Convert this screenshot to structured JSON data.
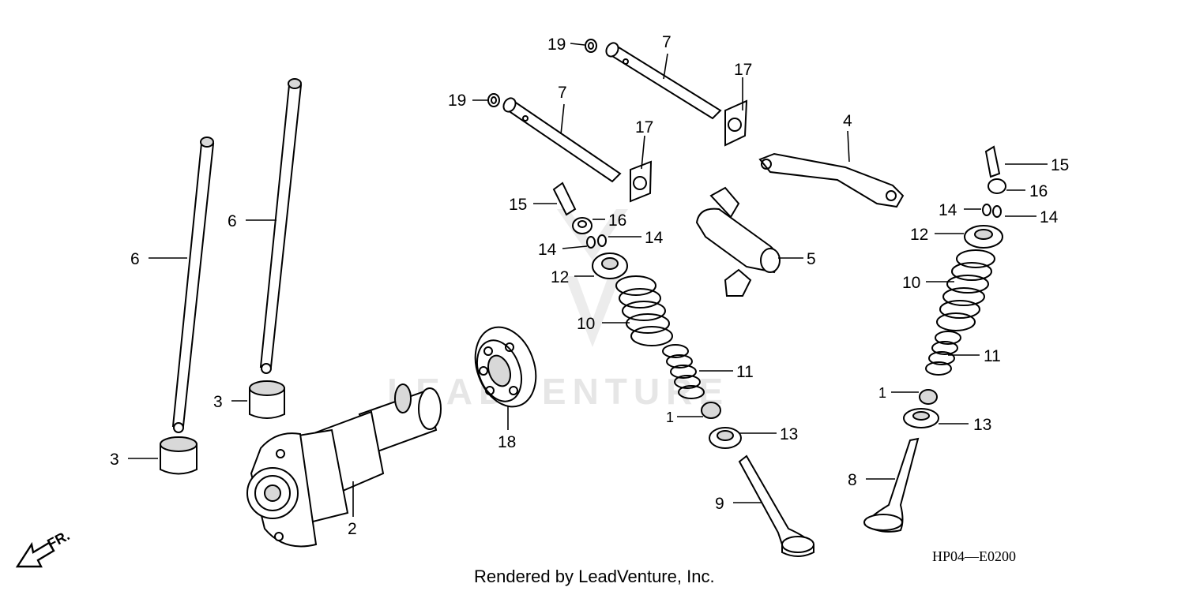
{
  "watermark_text": "LEADVENTURE",
  "footer_text": "Rendered by LeadVenture, Inc.",
  "diagram_code": "HP04—E0200",
  "direction_label": "FR.",
  "callouts": [
    {
      "id": "c19a",
      "text": "19"
    },
    {
      "id": "c7a",
      "text": "7"
    },
    {
      "id": "c17a",
      "text": "17"
    },
    {
      "id": "c19b",
      "text": "19"
    },
    {
      "id": "c7b",
      "text": "7"
    },
    {
      "id": "c17b",
      "text": "17"
    },
    {
      "id": "c4",
      "text": "4"
    },
    {
      "id": "c15a",
      "text": "15"
    },
    {
      "id": "c16a",
      "text": "16"
    },
    {
      "id": "c14a",
      "text": "14"
    },
    {
      "id": "c14b",
      "text": "14"
    },
    {
      "id": "c12a",
      "text": "12"
    },
    {
      "id": "c10a",
      "text": "10"
    },
    {
      "id": "c11a",
      "text": "11"
    },
    {
      "id": "c1a",
      "text": "1"
    },
    {
      "id": "c13a",
      "text": "13"
    },
    {
      "id": "c9",
      "text": "9"
    },
    {
      "id": "c5",
      "text": "5"
    },
    {
      "id": "c15b",
      "text": "15"
    },
    {
      "id": "c16b",
      "text": "16"
    },
    {
      "id": "c14c",
      "text": "14"
    },
    {
      "id": "c14d",
      "text": "14"
    },
    {
      "id": "c12b",
      "text": "12"
    },
    {
      "id": "c10b",
      "text": "10"
    },
    {
      "id": "c11b",
      "text": "11"
    },
    {
      "id": "c1b",
      "text": "1"
    },
    {
      "id": "c13b",
      "text": "13"
    },
    {
      "id": "c8",
      "text": "8"
    },
    {
      "id": "c6a",
      "text": "6"
    },
    {
      "id": "c6b",
      "text": "6"
    },
    {
      "id": "c3a",
      "text": "3"
    },
    {
      "id": "c3b",
      "text": "3"
    },
    {
      "id": "c2",
      "text": "2"
    },
    {
      "id": "c18",
      "text": "18"
    }
  ]
}
